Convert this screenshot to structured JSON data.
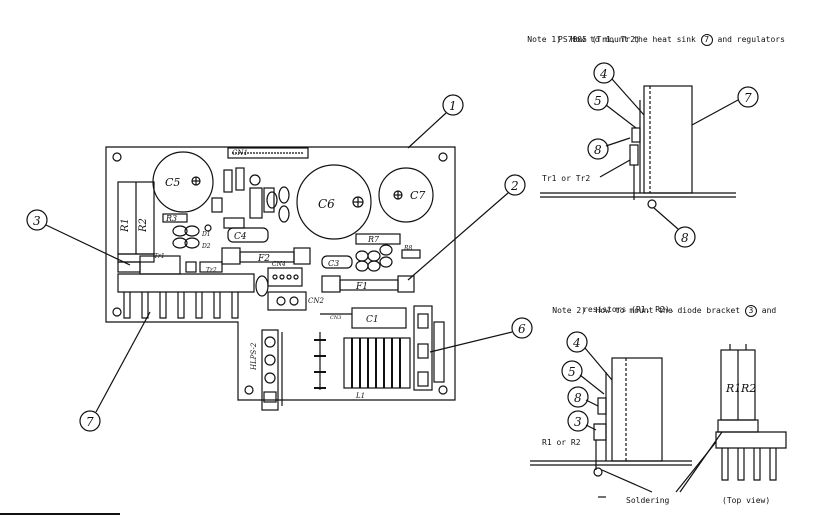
{
  "notes": {
    "note1_line1": "Note 1)  How to mount the heat sink",
    "note1_circled": "7",
    "note1_line1_tail": "and regulators",
    "note1_line2": "PS7805 (Tr1, Tr2)",
    "note2_line1": "Note 2)  How to mount the diode bracket",
    "note2_circled": "3",
    "note2_line1_tail": "and",
    "note2_line2": "resistors (R1, R2)."
  },
  "callouts": {
    "main_1": "1",
    "main_2": "2",
    "main_3": "3",
    "main_6": "6",
    "main_7": "7",
    "n1_4": "4",
    "n1_5": "5",
    "n1_7": "7",
    "n1_8a": "8",
    "n1_8b": "8",
    "n2_4": "4",
    "n2_5": "5",
    "n2_8": "8",
    "n2_3": "3"
  },
  "labels": {
    "tr1_tr2": "Tr1 or Tr2",
    "r1_r2": "R1 or R2",
    "soldering": "Soldering",
    "top_view": "(Top view)",
    "r1": "R1",
    "r2": "R2"
  },
  "board": {
    "c5": "C5",
    "c6": "C6",
    "c7": "C7",
    "c4": "C4",
    "c3": "C3",
    "c1": "C1",
    "f1": "F1",
    "f2": "F2",
    "r1": "R1",
    "r2": "R2",
    "r3": "R3",
    "r7": "R7",
    "cn1": "CN1",
    "cn2": "CN2",
    "cn4": "CN4",
    "l1": "L1",
    "tr1": "Tr1",
    "tr2": "Tr2",
    "d1": "D1",
    "d2": "D2",
    "r8": "R8",
    "ic": "HLPS-2",
    "cn3": "CN3"
  }
}
